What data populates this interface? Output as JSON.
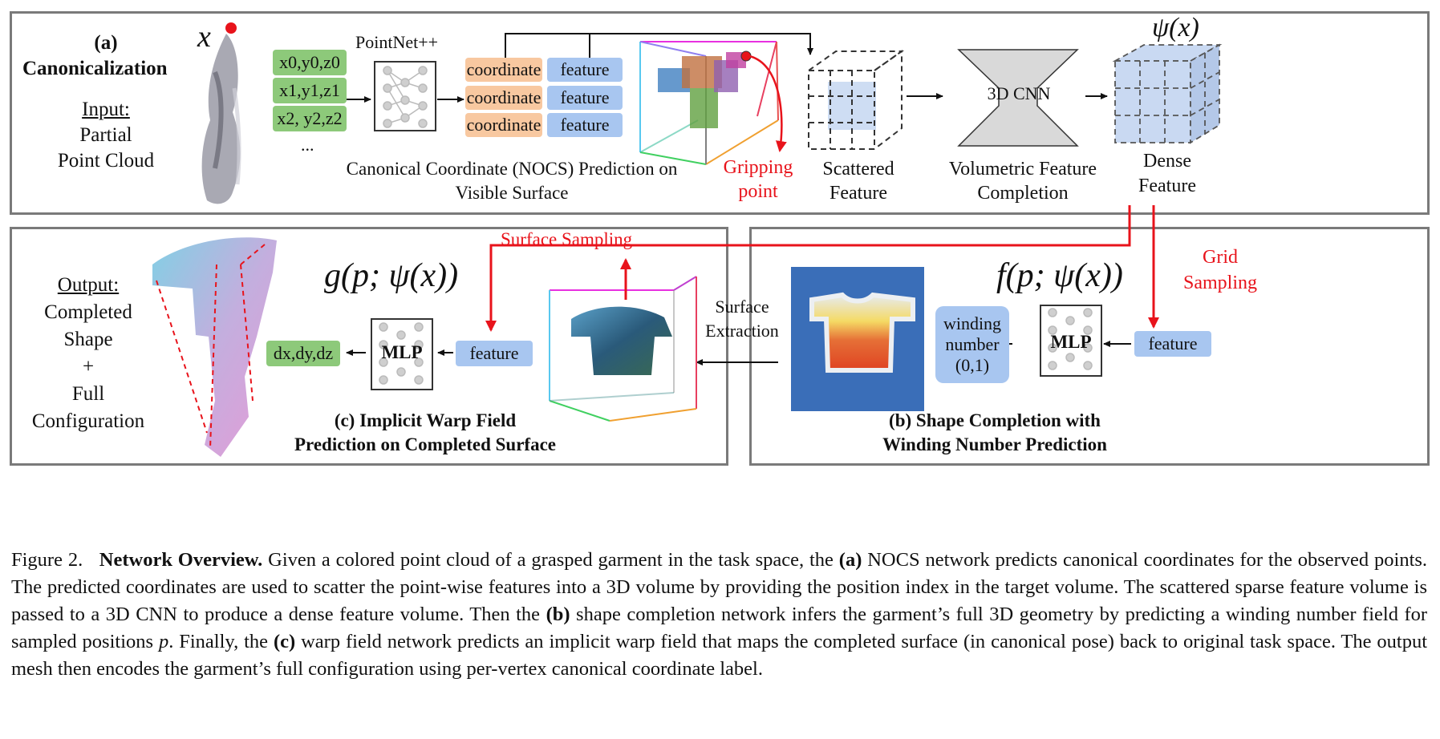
{
  "panel_a": {
    "tag": "(a)",
    "title": "Canonicalization",
    "input_label": "Input:",
    "input_line1": "Partial",
    "input_line2": "Point Cloud",
    "x_symbol": "x",
    "xyz_rows": [
      "x0,y0,z0",
      "x1,y1,z1",
      "x2, y2,z2"
    ],
    "ellipsis": "...",
    "pointnet_label": "PointNet++",
    "coord_label": "coordinate",
    "feature_label": "feature",
    "nocs_line1": "Canonical Coordinate (NOCS) Prediction on",
    "nocs_line2": "Visible Surface",
    "gripping_line1": "Gripping",
    "gripping_line2": "point",
    "scattered_line1": "Scattered",
    "scattered_line2": "Feature",
    "cnn_label": "3D CNN",
    "volumetric_line1": "Volumetric Feature",
    "volumetric_line2": "Completion",
    "psi_label": "ψ(x)",
    "dense_line1": "Dense",
    "dense_line2": "Feature"
  },
  "panel_b": {
    "f_label": "f(p; ψ(x))",
    "grid_line1": "Grid",
    "grid_line2": "Sampling",
    "feature_label": "feature",
    "mlp_label": "MLP",
    "winding_line1": "winding",
    "winding_line2": "number",
    "winding_line3": "(0,1)",
    "surface_extraction_line1": "Surface",
    "surface_extraction_line2": "Extraction",
    "title_line1": "(b) Shape Completion with",
    "title_line2": "Winding Number Prediction"
  },
  "panel_c": {
    "g_label": "g(p; ψ(x))",
    "surface_sampling": "Surface Sampling",
    "feature_label": "feature",
    "mlp_label": "MLP",
    "dxdydz": "dx,dy,dz",
    "output_label": "Output:",
    "output_lines": [
      "Completed",
      "Shape",
      "+",
      "Full",
      "Configuration"
    ],
    "title_line1": "(c) Implicit Warp Field",
    "title_line2": "Prediction on Completed Surface"
  },
  "caption": {
    "fig": "Figure 2.",
    "bold_title": "Network Overview.",
    "t1": "Given a colored point cloud of a grasped garment in the task space, the",
    "a": "(a)",
    "t2": "NOCS network predicts canonical coordinates for the observed points. The predicted coordinates are used to scatter the point-wise features into a 3D volume by providing the position index in the target volume. The scattered sparse feature volume is passed to a 3D CNN to produce a dense feature volume. Then the",
    "b": "(b)",
    "t3": "shape completion network infers the garment’s full 3D geometry by predicting a winding number field for sampled positions",
    "p": "p",
    "t4": ". Finally, the",
    "c": "(c)",
    "t5": "warp field network predicts an implicit warp field that maps the completed surface (in canonical pose) back to original task space. The output mesh then encodes the garment’s full configuration using per-vertex canonical coordinate label."
  },
  "colors": {
    "panel_border": "#7a7a7a",
    "arrow_red": "#e8131b",
    "xyz_green": "#8dc97a",
    "coord_orange": "#f8c8a0",
    "feature_blue": "#a8c6f0",
    "cnn_gray": "#d9d9d9"
  }
}
